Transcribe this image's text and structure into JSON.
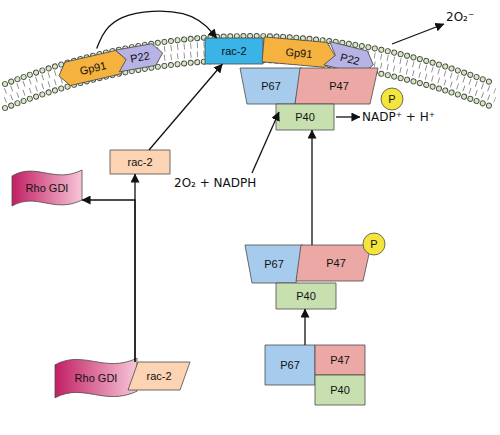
{
  "diagram": {
    "nodes": [
      {
        "text": [
          "Gp91"
        ]
      },
      {
        "text": [
          "P22"
        ]
      },
      {
        "text": [
          "rac-2"
        ]
      },
      {
        "text": [
          "Gp91"
        ]
      },
      {
        "text": [
          "P22"
        ]
      },
      {
        "text": [
          "P"
        ]
      },
      {
        "text": [
          "P67"
        ]
      },
      {
        "text": [
          "P47"
        ]
      },
      {
        "text": [
          "P40"
        ]
      },
      {
        "text": [
          "rac-2"
        ]
      },
      {
        "text": [
          "Rho GDI"
        ]
      },
      {
        "text": [
          "P67"
        ]
      },
      {
        "text": [
          "P47"
        ]
      },
      {
        "text": [
          "P"
        ]
      },
      {
        "text": [
          "P40"
        ]
      },
      {
        "text": [
          "Rho GDI"
        ]
      },
      {
        "text": [
          "rac-2"
        ]
      },
      {
        "text": [
          "P67"
        ]
      },
      {
        "text": [
          "P47"
        ]
      },
      {
        "text": [
          "P40"
        ]
      }
    ],
    "edges": [
      {
        "from": 0,
        "to": 2,
        "arrow": "to"
      },
      {
        "from": 9,
        "to": 2,
        "arrow": "to"
      },
      {
        "from": 16,
        "to": 9,
        "arrow": "to"
      },
      {
        "from": 16,
        "to": 10,
        "arrow": "to"
      },
      {
        "from": 17,
        "to": 14,
        "arrow": "to"
      },
      {
        "from": 12,
        "to": 8,
        "arrow": "to"
      }
    ],
    "labels": [
      "2O₂⁻",
      "NADP⁺ + H⁺",
      "2O₂ + NADPH"
    ]
  }
}
